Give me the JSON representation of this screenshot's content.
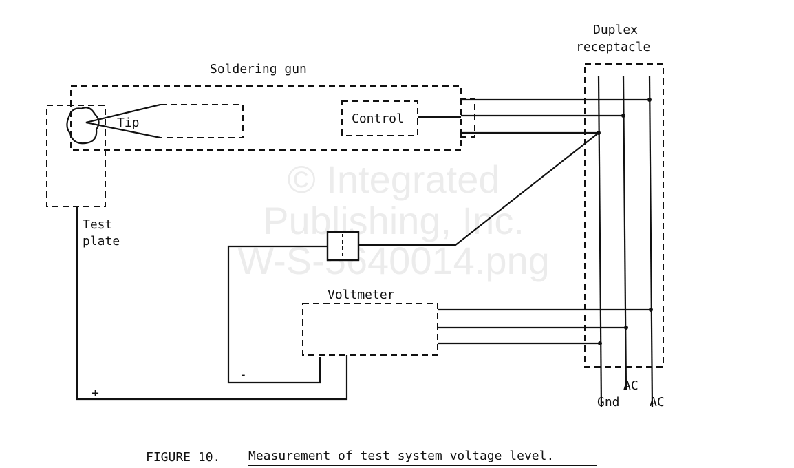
{
  "labels": {
    "soldering_gun": "Soldering gun",
    "tip": "Tip",
    "control": "Control",
    "test_plate_line1": "Test",
    "test_plate_line2": "plate",
    "duplex_line1": "Duplex",
    "duplex_line2": "receptacle",
    "voltmeter": "Voltmeter",
    "minus": "-",
    "plus": "+",
    "gnd": "Gnd",
    "ac1": "AC",
    "ac2": "AC"
  },
  "caption": {
    "figure": "FIGURE 10.",
    "title": "Measurement of test system voltage level."
  },
  "watermark": {
    "line1": "© Integrated",
    "line2": "Publishing, Inc.",
    "line3": "W-S-5640014.png"
  }
}
